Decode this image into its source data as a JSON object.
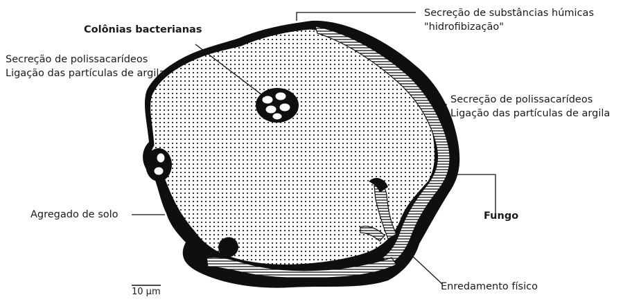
{
  "labels": {
    "humic_line1": "Secreção de substâncias húmicas",
    "humic_line2": "\"hidrofibização\"",
    "colonies": "Colônias bacterianas",
    "poly_left_line1": "Secreção de polissacarídeos",
    "poly_left_line2": "Ligação das partículas de argila",
    "poly_right_line1": "Secreção de polissacarídeos",
    "poly_right_line2": "Ligação das partículas de argila",
    "aggregate": "Agregado de solo",
    "fungus": "Fungo",
    "entanglement": "Enredamento físico",
    "scale_bar": "10 µm"
  },
  "colors": {
    "ink": "#111111",
    "background": "#ffffff",
    "text": "#1a1a1a"
  }
}
